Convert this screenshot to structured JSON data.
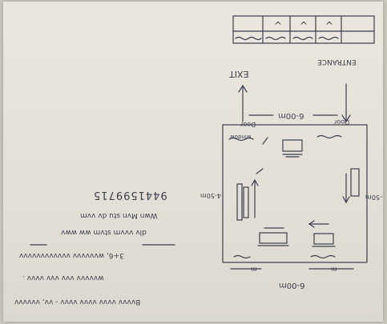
{
  "table": {
    "header_marks": [
      "",
      "^",
      "^",
      "^",
      ""
    ],
    "row_labels": [
      "",
      "",
      "",
      "",
      ""
    ]
  },
  "plan": {
    "exit_label": "EXIT",
    "entrance_label": "ENTRANCE",
    "top_dimension": "6-00m",
    "bottom_dimension": "6-00m",
    "left_dimension": "4-50m",
    "right_dimension": "4-50m",
    "door_label": "Door",
    "window_label": "window",
    "dim_marks": [
      "m",
      "m"
    ]
  },
  "notes": {
    "phone_number": "9441599715",
    "lines": [
      "Wwn Mvn stu dv vvm",
      "dlv vvvm stvm ww wwv",
      "3+6, wvvvvvv vvvvvvvvvvvv",
      "wvvvvv vvv vvv vvvv .",
      "Bvvvv vvvv vvvv vvvv - vv, vvvvvv"
    ]
  }
}
